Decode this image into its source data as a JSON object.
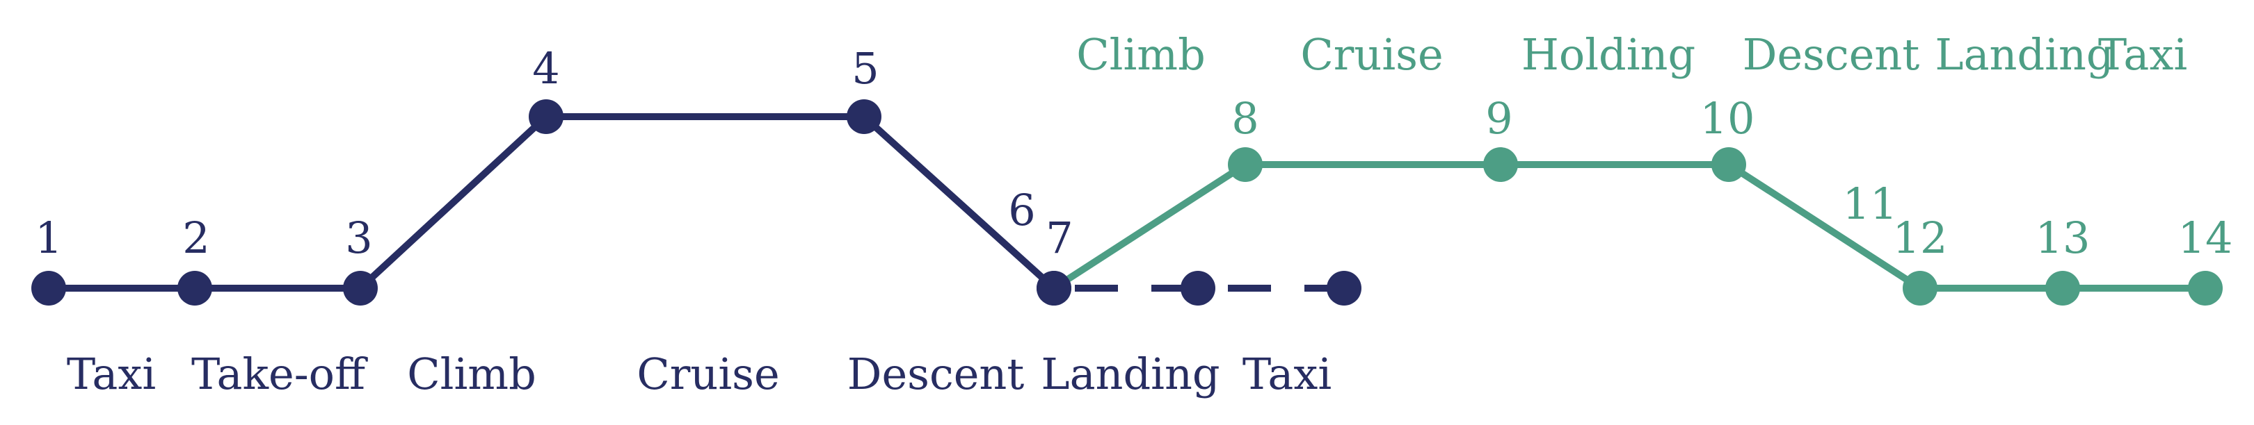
{
  "colors": {
    "first_flight": "#272d62",
    "second_flight": "#4d9e85"
  },
  "first_flight": {
    "points": [
      {
        "id": "1",
        "level": "ground"
      },
      {
        "id": "2",
        "level": "ground"
      },
      {
        "id": "3",
        "level": "ground"
      },
      {
        "id": "4",
        "level": "cruise"
      },
      {
        "id": "5",
        "level": "cruise"
      },
      {
        "id": "6",
        "level": "ground"
      }
    ],
    "dashed_continuation_points": 2,
    "phases": [
      "Taxi",
      "Take-off",
      "Climb",
      "Cruise",
      "Descent",
      "Landing",
      "Taxi"
    ]
  },
  "second_flight": {
    "points": [
      {
        "id": "7",
        "level": "ground"
      },
      {
        "id": "8",
        "level": "cruise"
      },
      {
        "id": "9",
        "level": "cruise"
      },
      {
        "id": "10",
        "level": "cruise"
      },
      {
        "id": "11",
        "level": "ground"
      },
      {
        "id": "12",
        "level": "ground"
      },
      {
        "id": "13",
        "level": "ground"
      },
      {
        "id": "14",
        "level": "ground"
      }
    ],
    "phases": [
      "Climb",
      "Cruise",
      "Holding",
      "Descent",
      "Landing",
      "Taxi"
    ]
  }
}
